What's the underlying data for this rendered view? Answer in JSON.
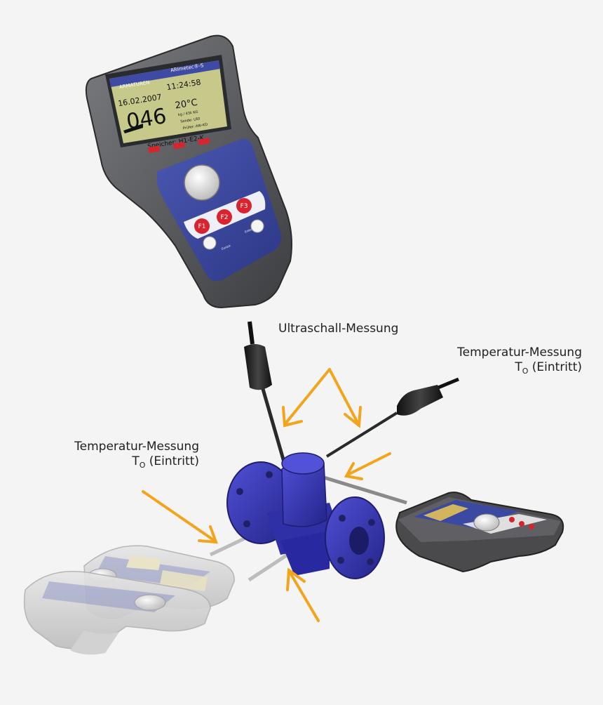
{
  "labels": {
    "ultrasound": "Ultraschall-Messung",
    "temp_right_line1": "Temperatur-Messung",
    "temp_right_T": "T",
    "temp_right_sub": "O",
    "temp_right_rest": " (Eintritt)",
    "temp_left_line1": "Temperatur-Messung",
    "temp_left_T": "T",
    "temp_left_sub": "O",
    "temp_left_rest": " (Eintritt)"
  },
  "device": {
    "brand": "ARMATUREN",
    "model": "ARImetec®-S",
    "date": "16.02.2007",
    "time": "11:24:58",
    "reading": "046",
    "temperature": "20°C",
    "info_line1": "kg / 43k KG",
    "info_line2": "Sonde: L60",
    "info_line3": "Prüfer: ARI-KD",
    "memory": "Speicher: H1-E2-K",
    "keys": [
      "F1",
      "F2",
      "F3"
    ],
    "btn_left": "Zurück",
    "btn_right": "Enter"
  },
  "colors": {
    "background": "#f4f4f4",
    "device_body": "#5f6062",
    "device_panel": "#3b4aa0",
    "screen": "#c6c98a",
    "valve": "#3a3ab8",
    "arrow": "#f2a51c",
    "key_red": "#d8242f"
  }
}
